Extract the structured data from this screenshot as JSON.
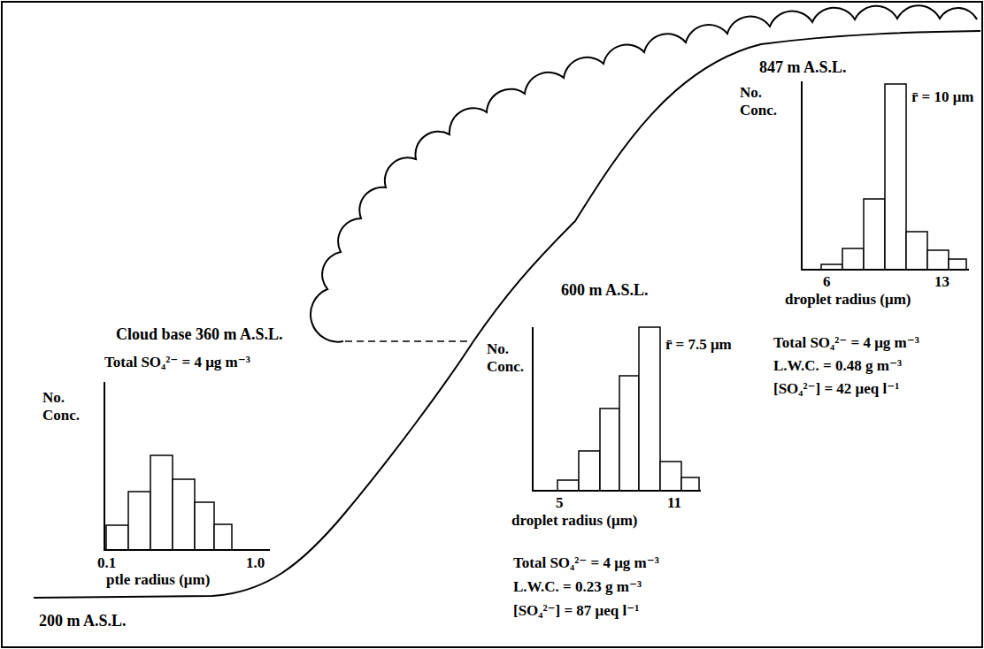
{
  "diagram": {
    "labels": [
      "847 m A.S.L.",
      "No. Conc.",
      "r̄ = 10 μm",
      "600 m A.S.L.",
      "Cloud base 360 m A.S.L.",
      "6",
      "13",
      "droplet radius (μm)",
      "No. Conc.",
      "r̄ = 7.5 μm",
      "Total SO₄²⁻ = 4 μg m⁻³",
      "L.W.C. = 0.48 g m⁻³",
      "[SO₄²⁻] = 42 μeq l⁻¹",
      "Total SO₄²⁻ = 4 μg m⁻³",
      "No. Conc.",
      "5",
      "11",
      "droplet radius (μm)",
      "0.1",
      "1.0",
      "ptle radius (μm)",
      "Total SO₄²⁻ = 4 μg m⁻³",
      "L.W.C. = 0.23 g m⁻³",
      "[SO₄²⁻] = 87 μeq l⁻¹",
      "200 m A.S.L."
    ]
  }
}
